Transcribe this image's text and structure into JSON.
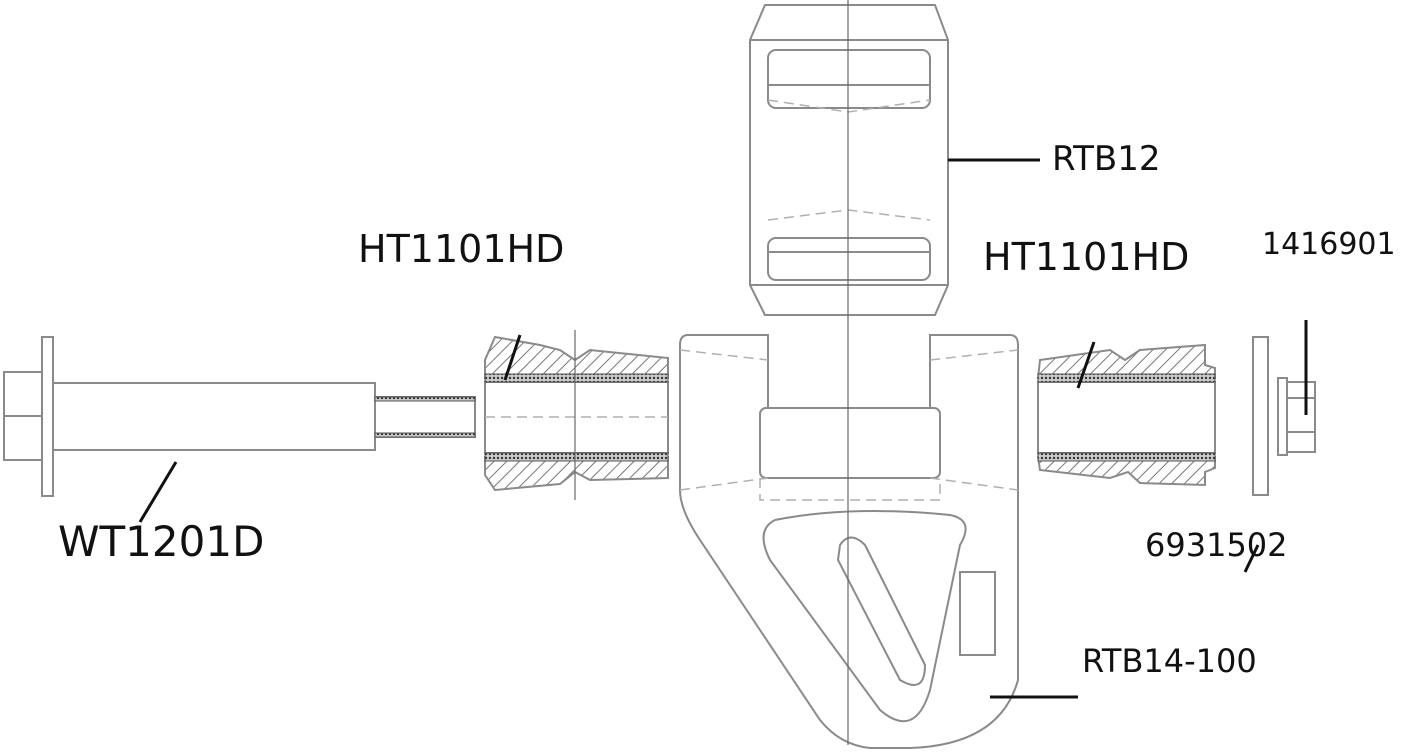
{
  "diagram": {
    "title": "Exploded assembly drawing",
    "labels": {
      "roller": "RTB12",
      "bushing_left": "HT1101HD",
      "bushing_right": "HT1101HD",
      "nut": "1416901",
      "bolt": "WT1201D",
      "washer": "6931502",
      "bracket": "RTB14-100"
    }
  }
}
